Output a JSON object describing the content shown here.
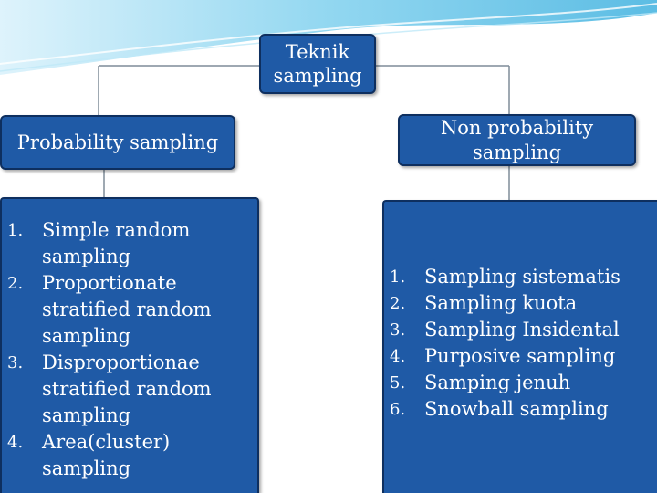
{
  "diagram": {
    "root": {
      "label": "Teknik sampling"
    },
    "branches": [
      {
        "label": "Probability sampling",
        "items": [
          "Simple random sampling",
          "Proportionate stratified random sampling",
          "Disproportionae stratified random sampling",
          "Area(cluster) sampling"
        ]
      },
      {
        "label": "Non probability sampling",
        "items": [
          "Sampling sistematis",
          "Sampling kuota",
          "Sampling Insidental",
          "Purposive sampling",
          "Samping jenuh",
          "Snowball sampling"
        ]
      }
    ]
  },
  "colors": {
    "box_fill": "#1f5aa6",
    "box_border": "#0e2f5f",
    "text": "#ffffff",
    "header_wave": "#5ec3e6"
  }
}
